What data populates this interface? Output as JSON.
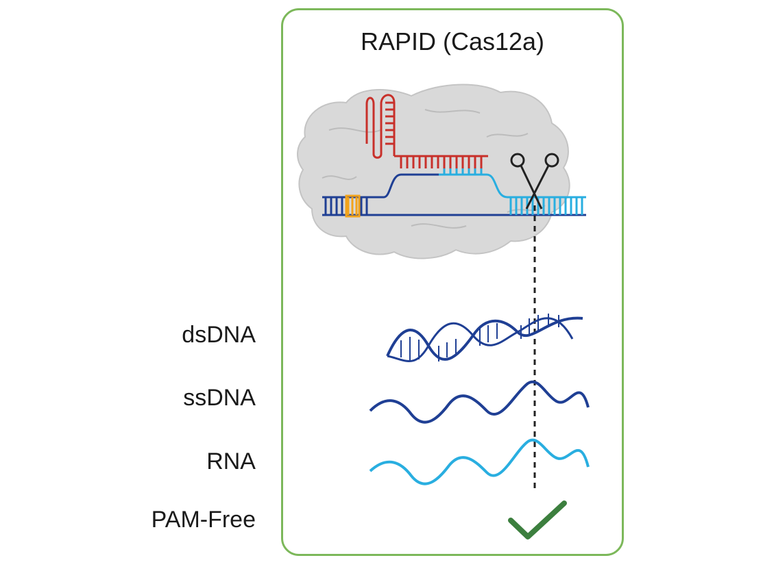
{
  "title": "RAPID (Cas12a)",
  "rows": [
    {
      "label": "dsDNA",
      "icon": "double-helix-icon"
    },
    {
      "label": "ssDNA",
      "icon": "single-strand-wave-icon"
    },
    {
      "label": "RNA",
      "icon": "rna-wave-icon"
    },
    {
      "label": "PAM-Free",
      "icon": "checkmark-icon"
    }
  ],
  "colors": {
    "border": "#7cb85a",
    "dark_blue": "#1f3f94",
    "light_blue": "#29aee0",
    "red": "#c8302a",
    "orange": "#f2a31b",
    "check": "#3c7f3e"
  }
}
